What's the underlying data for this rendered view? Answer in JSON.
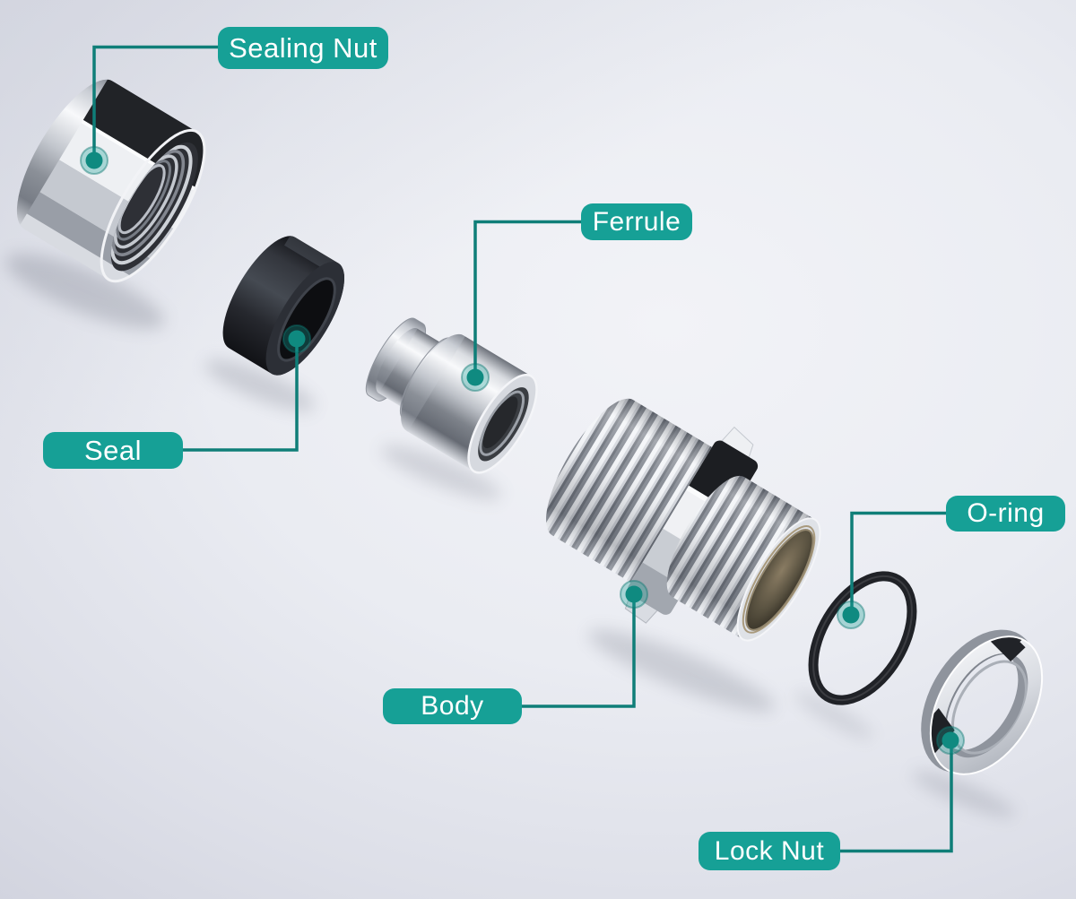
{
  "diagram": {
    "type": "exploded-view-parts-diagram",
    "labels": {
      "sealing_nut": "Sealing Nut",
      "seal": "Seal",
      "ferrule": "Ferrule",
      "body": "Body",
      "o_ring": "O-ring",
      "lock_nut": "Lock Nut"
    },
    "parts_order": [
      "Sealing Nut",
      "Seal",
      "Ferrule",
      "Body",
      "O-ring",
      "Lock Nut"
    ],
    "colors": {
      "label_background": "#16A096",
      "label_text": "#FFFFFF",
      "leader_line": "#0F7E78",
      "dot_core": "#0F8A80",
      "dot_halo": "rgba(22,160,150,0.32)",
      "background_light": "#F2F3F7",
      "background_dark": "#D2D4DF"
    }
  }
}
